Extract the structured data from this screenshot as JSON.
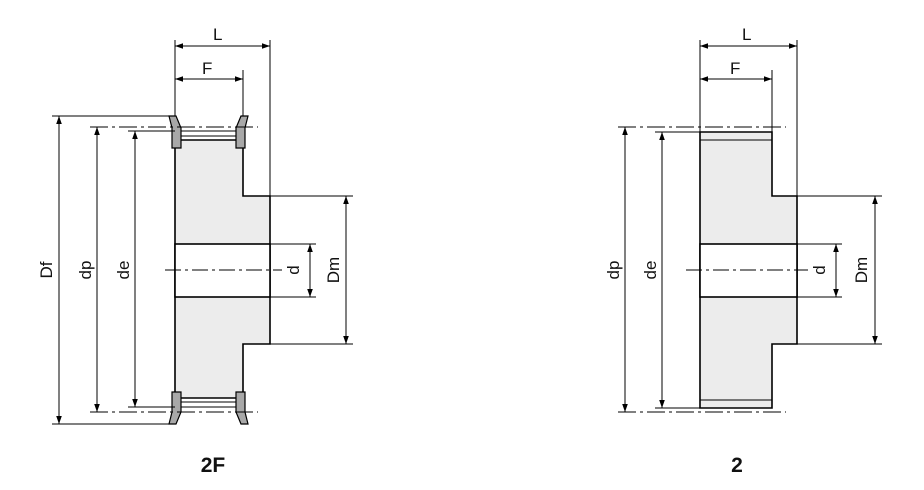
{
  "colors": {
    "body_fill": "#ececec",
    "flange_fill": "#a8a8a8",
    "line": "#000000"
  },
  "drawings": [
    {
      "caption": "2F",
      "labels": {
        "length": "L",
        "face": "F",
        "outer_flange": "Df",
        "pitch": "dp",
        "outside": "de",
        "bore": "d",
        "hub": "Dm"
      }
    },
    {
      "caption": "2",
      "labels": {
        "length": "L",
        "face": "F",
        "pitch": "dp",
        "outside": "de",
        "bore": "d",
        "hub": "Dm"
      }
    }
  ]
}
